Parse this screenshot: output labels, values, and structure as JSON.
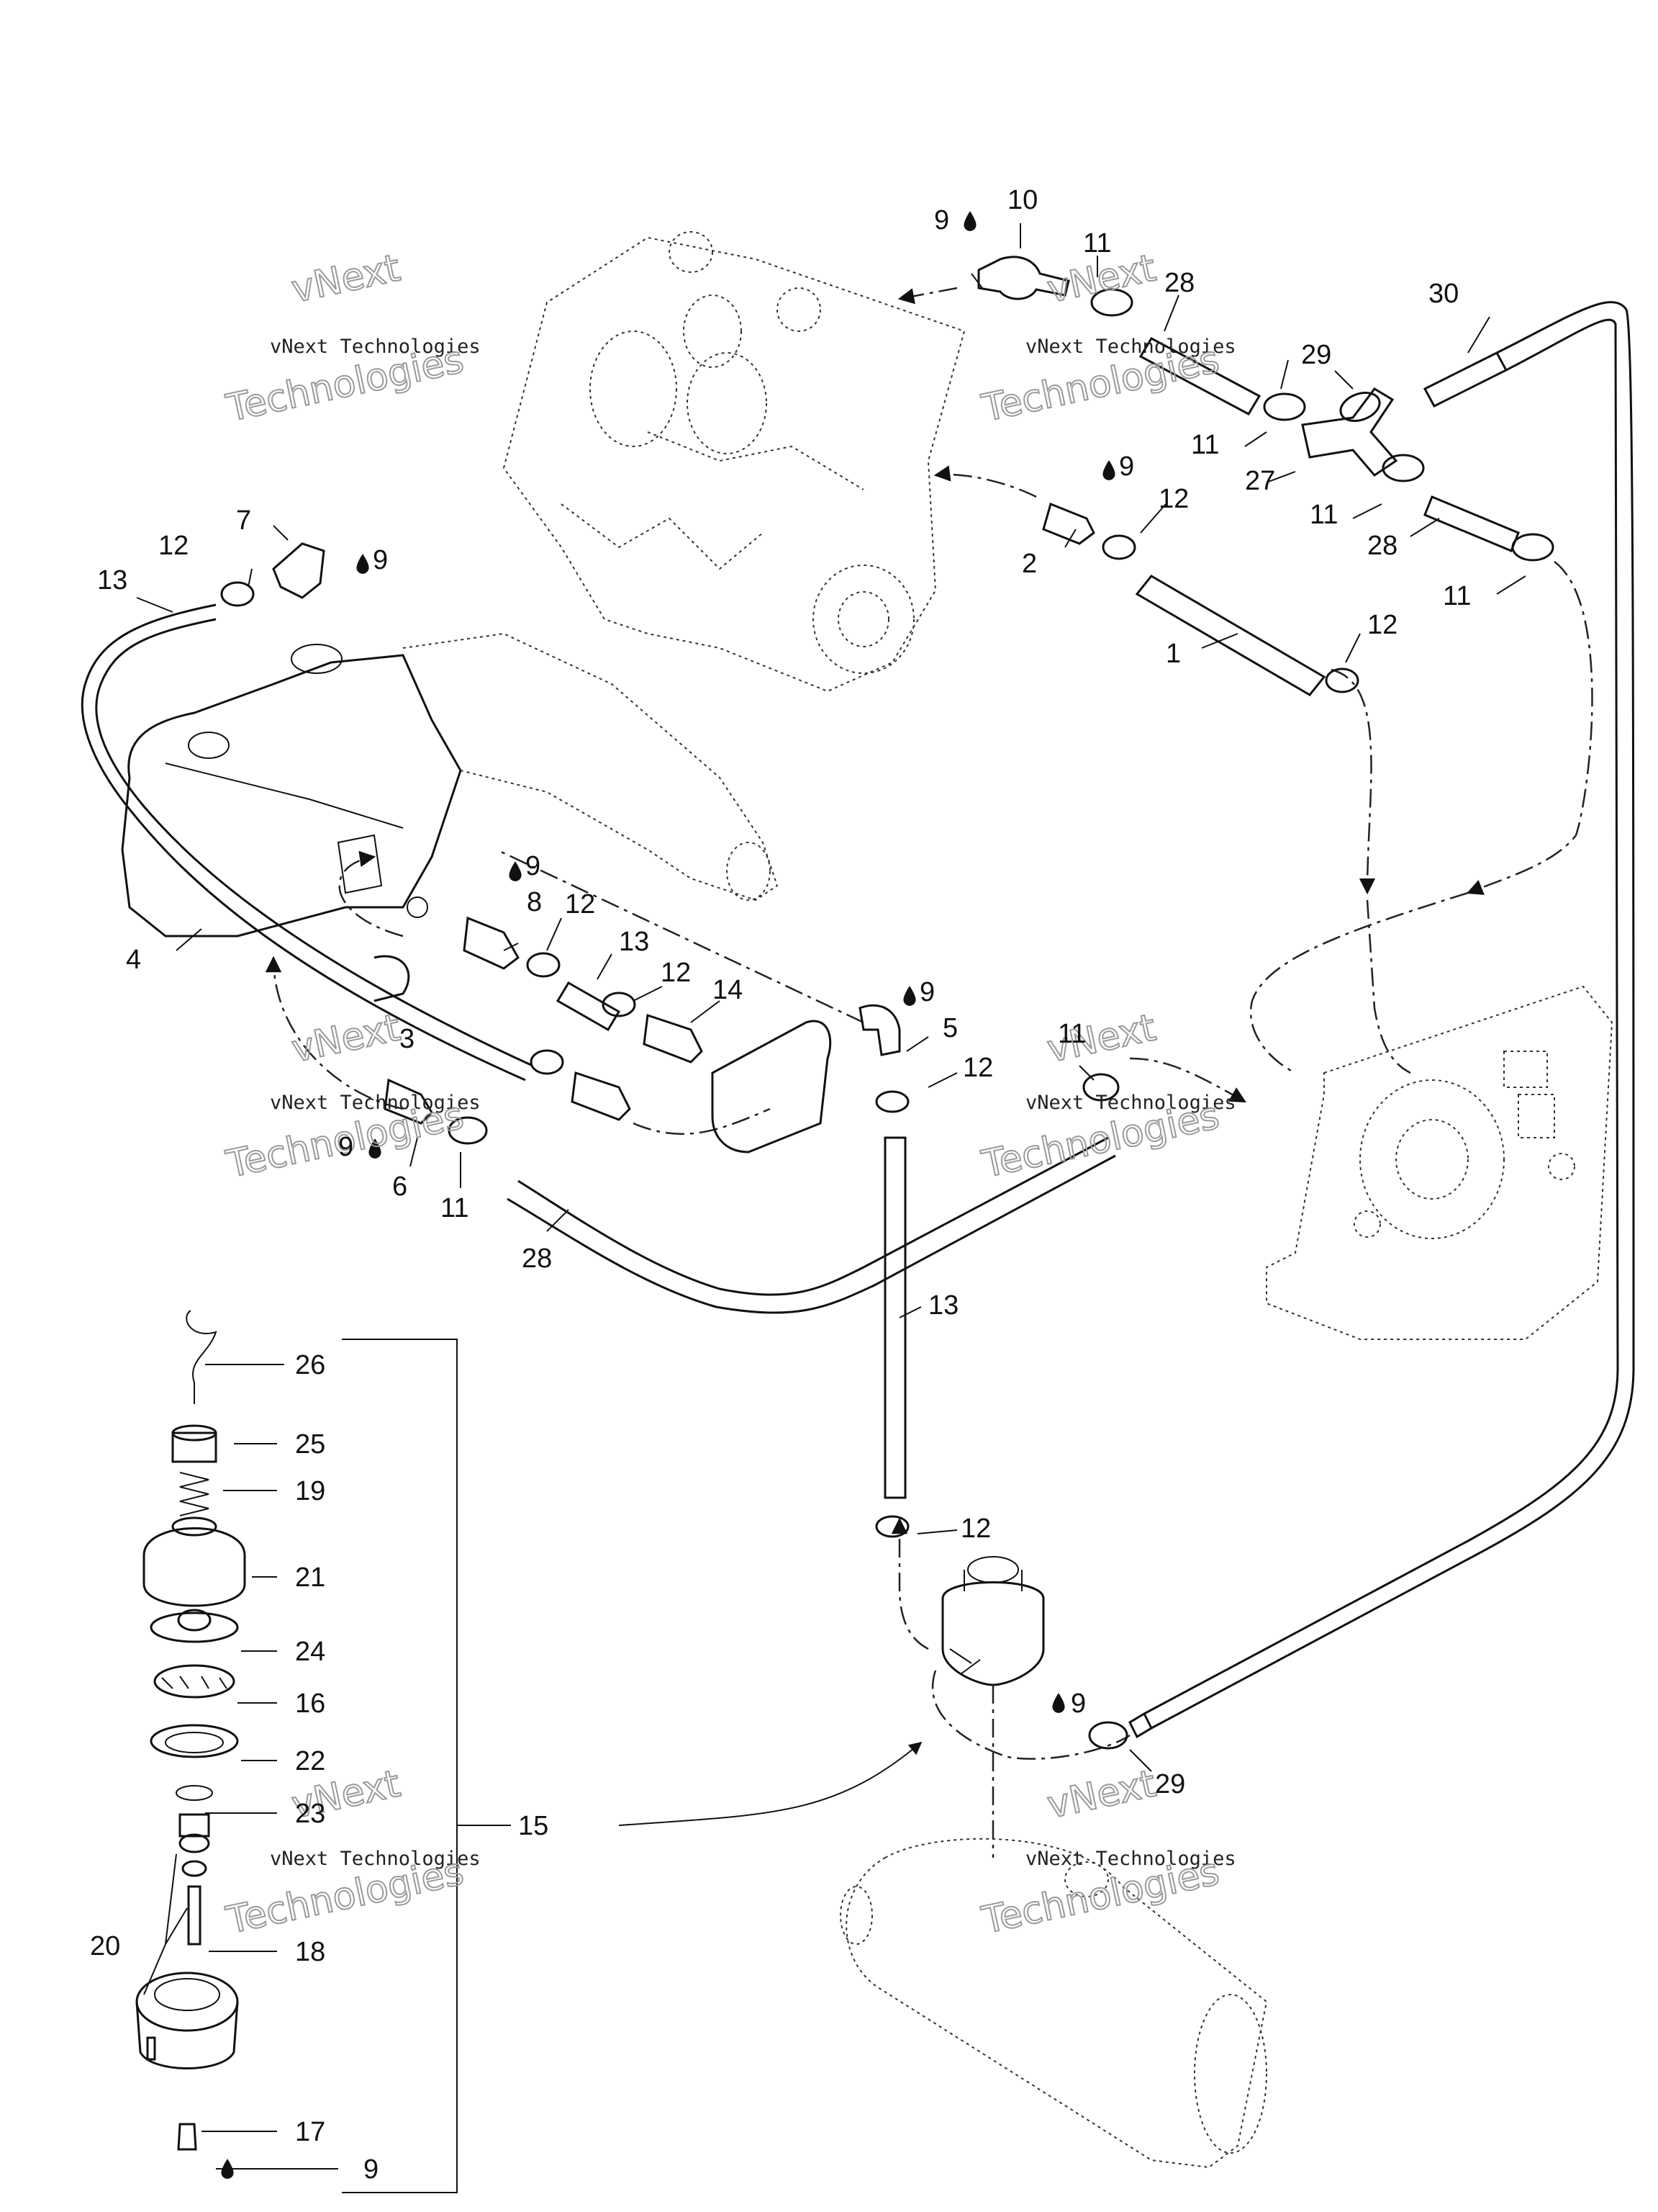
{
  "watermark": {
    "small": "vNext Technologies",
    "big_line1": "vNext",
    "big_line2": "Technologies"
  },
  "callouts": {
    "c1": "1",
    "c2": "2",
    "c3": "3",
    "c4": "4",
    "c5": "5",
    "c6": "6",
    "c7": "7",
    "c8": "8",
    "c9": "9",
    "c10": "10",
    "c11": "11",
    "c12": "12",
    "c13": "13",
    "c14": "14",
    "c15": "15",
    "c16": "16",
    "c17": "17",
    "c18": "18",
    "c19": "19",
    "c20": "20",
    "c21": "21",
    "c22": "22",
    "c23": "23",
    "c24": "24",
    "c25": "25",
    "c26": "26",
    "c27": "27",
    "c28": "28",
    "c29": "29",
    "c30": "30"
  },
  "icons": {
    "sealant": "drop-icon"
  },
  "colors": {
    "line": "#111111",
    "background": "#ffffff",
    "watermark": "#9a9a9a"
  }
}
